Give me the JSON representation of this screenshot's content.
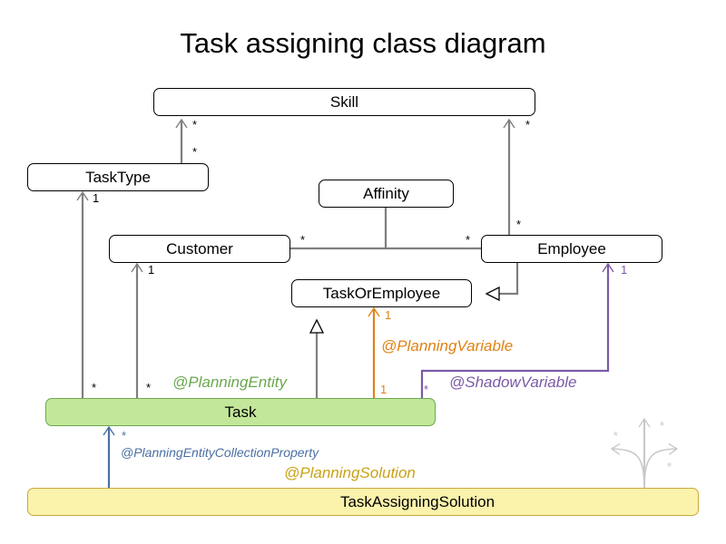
{
  "diagram": {
    "title": "Task assigning class diagram",
    "type": "uml-class-diagram",
    "colors": {
      "line": "#7f7f7f",
      "inheritance": "#000000",
      "entity_fill": "#c3e79a",
      "entity_border": "#6aa84f",
      "entity_text": "#6aa84f",
      "solution_fill": "#fbf2ac",
      "solution_border": "#caa93a",
      "solution_text": "#c8a216",
      "planning_variable": "#e08214",
      "shadow_variable": "#7b5aa6",
      "collection_property": "#4a6fa5",
      "faded": "#cccccc"
    },
    "classes": [
      {
        "name": "Skill",
        "style": "plain"
      },
      {
        "name": "TaskType",
        "style": "plain"
      },
      {
        "name": "Affinity",
        "style": "plain"
      },
      {
        "name": "Customer",
        "style": "plain"
      },
      {
        "name": "Employee",
        "style": "plain"
      },
      {
        "name": "TaskOrEmployee",
        "style": "plain"
      },
      {
        "name": "Task",
        "style": "entity"
      },
      {
        "name": "TaskAssigningSolution",
        "style": "solution"
      }
    ],
    "annotations": [
      {
        "text": "@PlanningEntity",
        "color": "#6aa84f"
      },
      {
        "text": "@PlanningVariable",
        "color": "#e08214"
      },
      {
        "text": "@ShadowVariable",
        "color": "#7b5aa6"
      },
      {
        "text": "@PlanningEntityCollectionProperty",
        "color": "#4a6fa5"
      },
      {
        "text": "@PlanningSolution",
        "color": "#c8a216"
      }
    ],
    "relations": [
      {
        "from": "TaskType",
        "to": "Skill",
        "kind": "association",
        "source_mult": "*",
        "target_mult": "*"
      },
      {
        "from": "Employee",
        "to": "Skill",
        "kind": "association",
        "source_mult": "*",
        "target_mult": "*"
      },
      {
        "from": "Task",
        "to": "TaskType",
        "kind": "association",
        "source_mult": "*",
        "target_mult": "1"
      },
      {
        "from": "Task",
        "to": "Customer",
        "kind": "association",
        "source_mult": "*",
        "target_mult": "1"
      },
      {
        "from": "Customer",
        "to": "Employee",
        "kind": "association",
        "source_mult": "*",
        "target_mult": "*",
        "via": "Affinity"
      },
      {
        "from": "Employee",
        "to": "TaskOrEmployee",
        "kind": "inheritance"
      },
      {
        "from": "Task",
        "to": "TaskOrEmployee",
        "kind": "inheritance"
      },
      {
        "from": "Task",
        "to": "TaskOrEmployee",
        "kind": "association",
        "source_mult": "1",
        "target_mult": "1",
        "annotation": "@PlanningVariable"
      },
      {
        "from": "Task",
        "to": "Employee",
        "kind": "association",
        "source_mult": "*",
        "target_mult": "1",
        "annotation": "@ShadowVariable"
      },
      {
        "from": "TaskAssigningSolution",
        "to": "Task",
        "kind": "association",
        "source_mult": "*",
        "annotation": "@PlanningEntityCollectionProperty"
      }
    ],
    "multiplicity_labels": {
      "tasktype_skill_top": "*",
      "tasktype_skill_bottom": "*",
      "employee_skill_top": "*",
      "employee_skill_bottom": "*",
      "task_tasktype_top": "1",
      "task_tasktype_bottom": "*",
      "task_customer_top": "1",
      "task_customer_bottom": "*",
      "customer_affinity": "*",
      "employee_affinity": "*",
      "planningvariable_top": "1",
      "planningvariable_bottom": "1",
      "shadowvariable_top": "1",
      "shadowvariable_bottom": "*",
      "solution_task": "*",
      "faded_up": "*",
      "faded_left": "*",
      "faded_right": "*"
    }
  }
}
